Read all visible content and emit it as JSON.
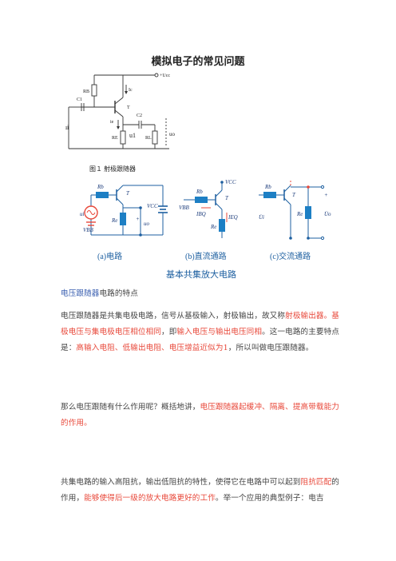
{
  "doc": {
    "title": "模拟电子的常见问题"
  },
  "figure1": {
    "caption": "图１    射极跟随器",
    "labels": {
      "vcc": "+Ucc",
      "rb": "RB",
      "ic": "Ic",
      "c1": "C1",
      "t": "T",
      "ie": "ie",
      "c2": "C2",
      "ui": "ui",
      "re": "RE",
      "u1": "u1",
      "rl": "RL",
      "uo": "uo"
    }
  },
  "figure2": {
    "panel_a": "(a)电路",
    "panel_b": "(b)直流通路",
    "panel_c": "(c)交流通路",
    "caption": "基本共集放大电路",
    "labels": {
      "rb": "Rb",
      "t": "T",
      "vcc": "VCC",
      "ui": "ui",
      "vbb": "VBB",
      "re": "Re",
      "uo": "uo",
      "ibq": "IBQ",
      "ieq": "IEQ",
      "plus": "+",
      "ui_dot": "U̇i",
      "uo_dot": "U̇o"
    }
  },
  "body": {
    "heading_link": "电压跟随器",
    "heading_rest": "电路的特点",
    "p1": [
      "电压跟随器是共集电极电路，信号从基极输入，射极输出，故又称",
      "射极输出器。",
      "基极电压与集电极电压相位相同",
      "，即",
      "输入电压与输出电压同相",
      "。这一电路的主要特点是：",
      "高输入电阻、低输出电阻、电压增益近似为1",
      "，所以叫做电压跟随器。"
    ],
    "p2": [
      "那么电压跟随有什么作用呢？概括地讲，",
      "电压跟随器起缓冲、隔离、提高带载能力的作用。"
    ],
    "p3": [
      "共集电路的输入高阻抗，输出低阻抗的特性，使得它在电路中可以起到",
      "阻抗匹配",
      "的作用，",
      "能够使得后一级的放大电路更好的工作",
      "。举一个应用的典型例子：电吉"
    ]
  }
}
